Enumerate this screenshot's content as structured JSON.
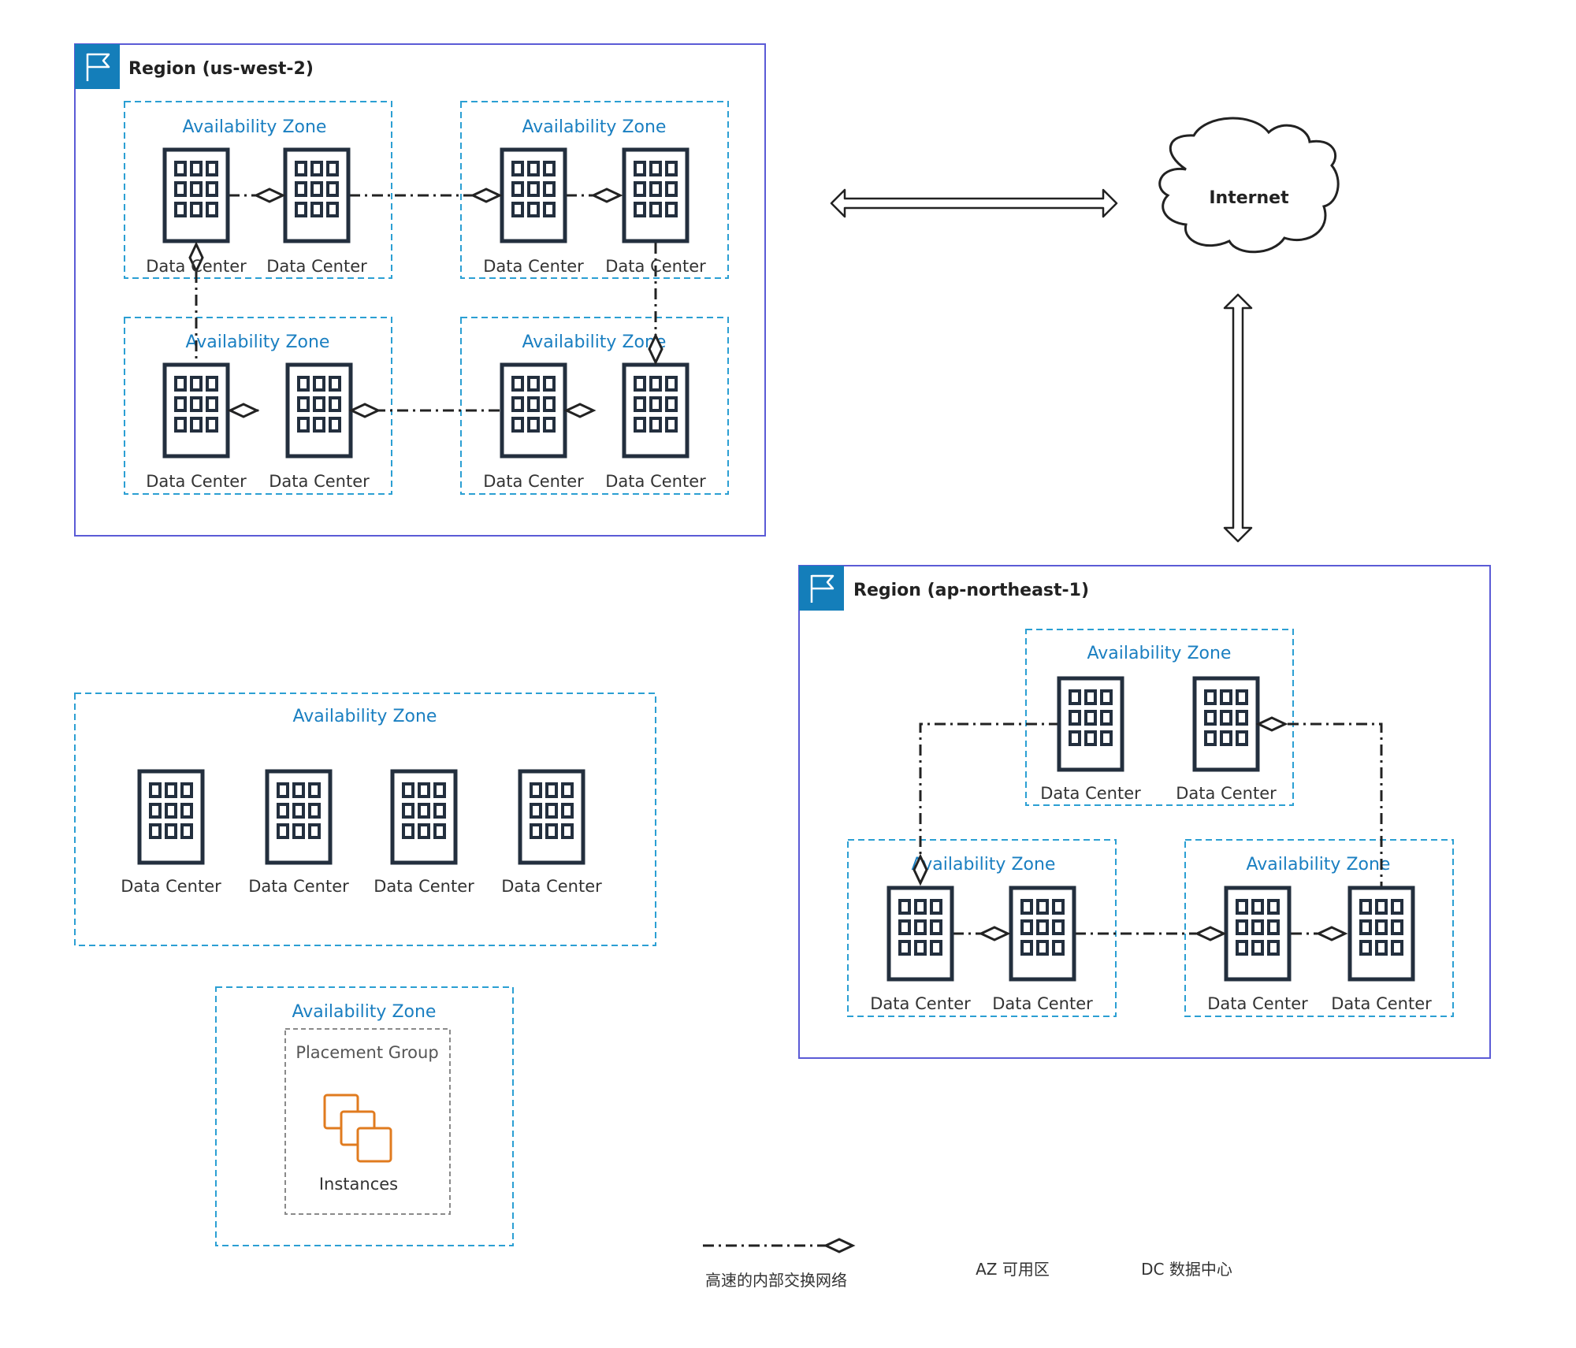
{
  "regions": [
    {
      "name": "Region (us-west-2)"
    },
    {
      "name": "Region (ap-northeast-1)"
    }
  ],
  "labels": {
    "availability_zone": "Availability Zone",
    "data_center": "Data Center",
    "internet": "Internet",
    "placement_group": "Placement Group",
    "instances": "Instances"
  },
  "legend": {
    "network": "高速的内部交换网络",
    "az": "AZ  可用区",
    "dc": "DC 数据中心"
  },
  "colors": {
    "region_border": "#5b5bd6",
    "region_badge": "#147eba",
    "az_border": "#2b9fd3",
    "az_title": "#1a7fc1",
    "building": "#232f3e",
    "instance": "#e07b1f",
    "placement_border": "#8a8a8a"
  }
}
